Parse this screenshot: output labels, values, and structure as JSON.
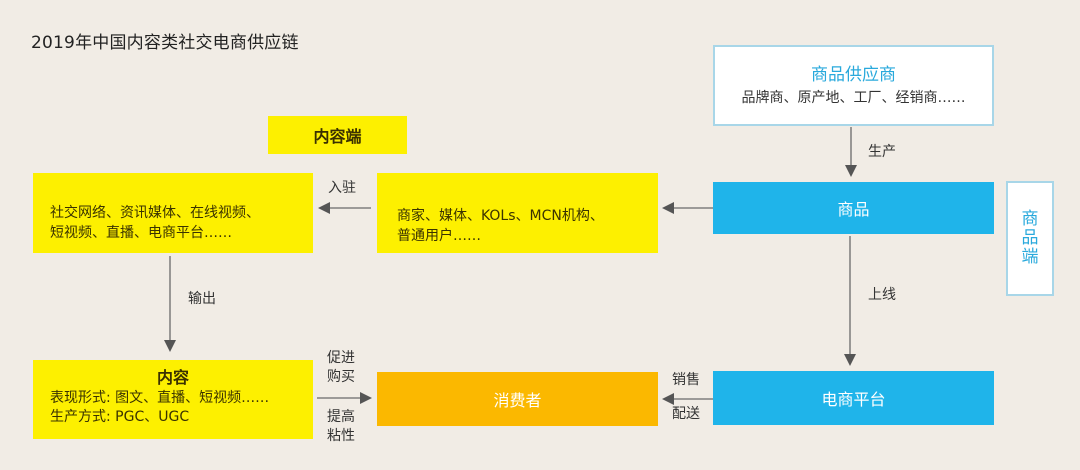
{
  "title": "2019年中国内容类社交电商供应链",
  "colors": {
    "background": "#f1ece5",
    "yellow": "#fdf000",
    "blue": "#1fb4ea",
    "orange": "#fbb800",
    "accent_text_blue": "#29a9dc",
    "arrow": "#666666"
  },
  "nodes": {
    "supplier": {
      "title": "商品供应商",
      "subtitle": "品牌商、原产地、工厂、经销商……"
    },
    "content_end_label": "内容端",
    "goods_end_label": [
      "商",
      "品",
      "端"
    ],
    "platforms": {
      "line1": "社交网络、资讯媒体、在线视频、",
      "line2": "短视频、直播、电商平台……"
    },
    "participants": {
      "line1": "商家、媒体、KOLs、MCN机构、",
      "line2": "普通用户……"
    },
    "goods": "商品",
    "content": {
      "title": "内容",
      "line1": "表现形式: 图文、直播、短视频……",
      "line2": "生产方式: PGC、UGC"
    },
    "consumer": "消费者",
    "ecommerce": "电商平台"
  },
  "edges": {
    "supplier_to_goods": "生产",
    "participants_to_platforms": "入驻",
    "goods_to_participants": "",
    "platforms_to_content": "输出",
    "goods_to_ecommerce": "上线",
    "content_to_consumer_top": [
      "促进",
      "购买"
    ],
    "content_to_consumer_bottom": [
      "提高",
      "粘性"
    ],
    "ecommerce_to_consumer_top": "销售",
    "ecommerce_to_consumer_bottom": "配送"
  }
}
